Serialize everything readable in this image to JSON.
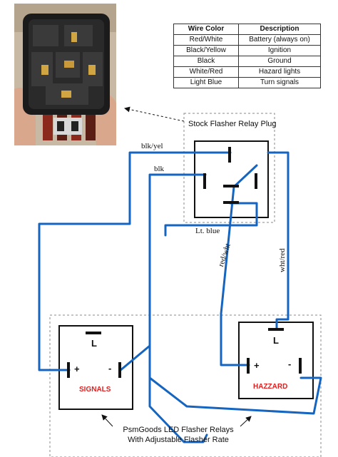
{
  "legend": {
    "headers": [
      "Wire Color",
      "Description"
    ],
    "rows": [
      [
        "Red/White",
        "Battery (always on)"
      ],
      [
        "Black/Yellow",
        "Ignition"
      ],
      [
        "Black",
        "Ground"
      ],
      [
        "White/Red",
        "Hazard lights"
      ],
      [
        "Light Blue",
        "Turn signals"
      ]
    ]
  },
  "stock_plug_label": "Stock Flasher Relay Plug",
  "wire_labels": {
    "blk_yel": "blk/yel",
    "blk": "blk",
    "lt_blue": "Lt. blue",
    "red_wht": "red/wht",
    "wht_red": "wht/red"
  },
  "signals_relay": {
    "name": "SIGNALS",
    "load": "L",
    "plus": "+",
    "minus": "-"
  },
  "hazard_relay": {
    "name": "HAZZARD",
    "load": "L",
    "plus": "+",
    "minus": "-"
  },
  "caption": {
    "line1": "PsmGoods LED Flasher Relays",
    "line2": "With Adjustable Flasher Rate"
  },
  "colors": {
    "wire": "#1565c0",
    "relay_name": "#e02020",
    "dashed_border": "#888888"
  }
}
